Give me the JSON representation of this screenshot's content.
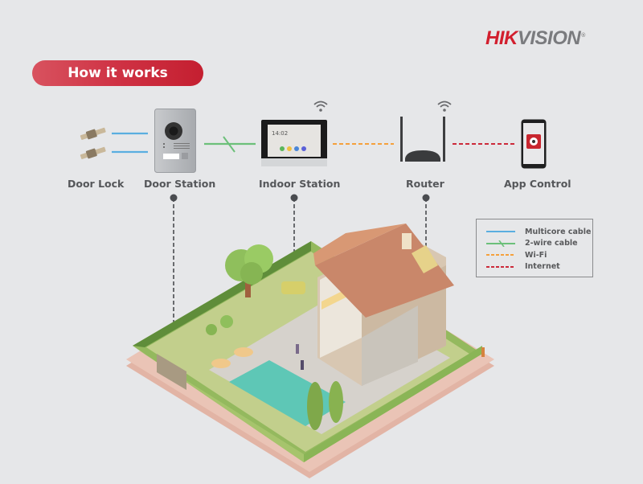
{
  "brand": {
    "logo_part1": "HIK",
    "logo_part2": "VISION",
    "registered": "®"
  },
  "header": {
    "title": "How it works"
  },
  "devices": [
    {
      "id": "door-lock",
      "label": "Door Lock"
    },
    {
      "id": "door-station",
      "label": "Door Station"
    },
    {
      "id": "indoor-station",
      "label": "Indoor Station",
      "screen_time": "14:02",
      "wifi": true
    },
    {
      "id": "router",
      "label": "Router",
      "wifi": true
    },
    {
      "id": "app-control",
      "label": "App Control"
    }
  ],
  "connections": [
    {
      "from": "door-lock",
      "to": "door-station",
      "type": "Multicore cable"
    },
    {
      "from": "door-station",
      "to": "indoor-station",
      "type": "2-wire cable"
    },
    {
      "from": "indoor-station",
      "to": "router",
      "type": "Wi-Fi"
    },
    {
      "from": "router",
      "to": "app-control",
      "type": "Internet"
    }
  ],
  "legend": {
    "items": [
      {
        "label": "Multicore cable",
        "color": "#5aaee0",
        "style": "solid"
      },
      {
        "label": "2-wire cable",
        "color": "#6cc07a",
        "style": "solid-slash"
      },
      {
        "label": "Wi-Fi",
        "color": "#f5a03c",
        "style": "dashed"
      },
      {
        "label": "Internet",
        "color": "#cc2a3a",
        "style": "dashed"
      }
    ]
  },
  "colors": {
    "background": "#e6e7e9",
    "accent_red": "#d21f2e",
    "multicore": "#5aaee0",
    "two_wire": "#6cc07a",
    "wifi": "#f5a03c",
    "internet": "#cc2a3a",
    "leader": "#4a4c50"
  },
  "illustration": {
    "subject": "isometric house cutaway with garden, pool, and devices"
  }
}
